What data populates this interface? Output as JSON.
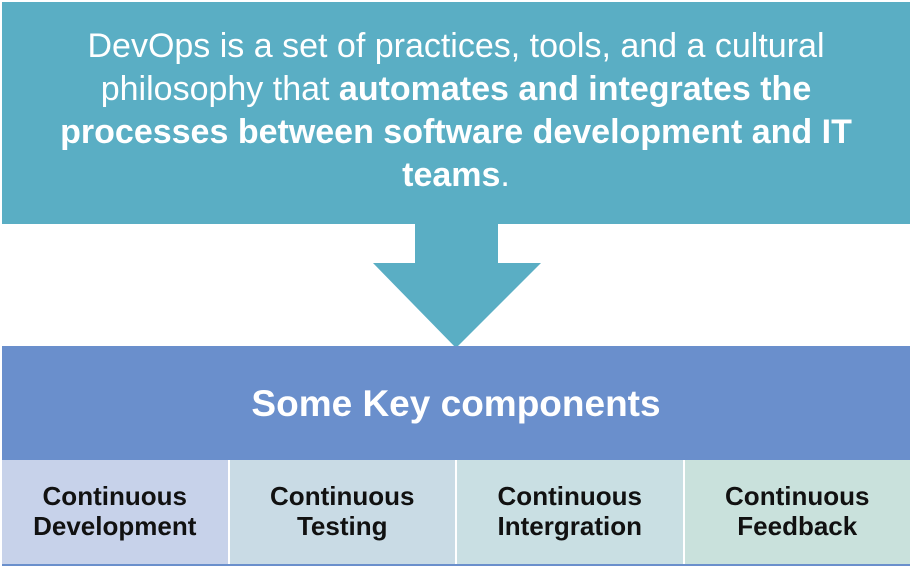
{
  "intro": {
    "text_1": "DevOps is a set of practices, tools, and a cultural philosophy that ",
    "bold_text": "automates and integrates the processes between software development and IT teams",
    "text_2": "."
  },
  "key_heading": "Some Key components",
  "components": [
    {
      "line1": "Continuous",
      "line2": "Development",
      "bg": "#c7d2ea"
    },
    {
      "line1": "Continuous",
      "line2": "Testing",
      "bg": "#c9dbe5"
    },
    {
      "line1": "Continuous",
      "line2": "Intergration",
      "bg": "#c9dfe3"
    },
    {
      "line1": "Continuous",
      "line2": "Feedback",
      "bg": "#c9e1dc"
    }
  ],
  "colors": {
    "top_box": "#5aaec4",
    "arrow": "#5aaec4",
    "key_box": "#6a8fcc"
  }
}
